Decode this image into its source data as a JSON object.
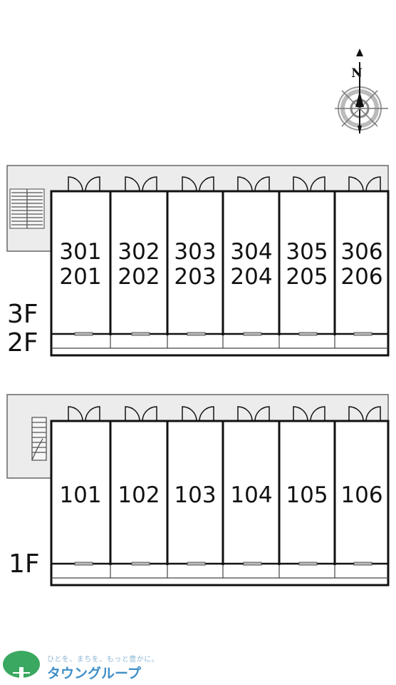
{
  "compass": {
    "north_letter": "N",
    "icon": "compass-icon"
  },
  "upper_block": {
    "floor_labels": [
      "3F",
      "2F"
    ],
    "units": [
      {
        "top": "301",
        "bottom": "201"
      },
      {
        "top": "302",
        "bottom": "202"
      },
      {
        "top": "303",
        "bottom": "203"
      },
      {
        "top": "304",
        "bottom": "204"
      },
      {
        "top": "305",
        "bottom": "205"
      },
      {
        "top": "306",
        "bottom": "206"
      }
    ]
  },
  "lower_block": {
    "floor_labels": [
      "1F"
    ],
    "units": [
      {
        "label": "101"
      },
      {
        "label": "102"
      },
      {
        "label": "103"
      },
      {
        "label": "104"
      },
      {
        "label": "105"
      },
      {
        "label": "106"
      }
    ]
  },
  "logo": {
    "tagline": "ひとを、まちを、もっと豊かに。",
    "name": "タウングループ",
    "tree_color": "#3aa860",
    "text_color": "#3f8fc7"
  }
}
